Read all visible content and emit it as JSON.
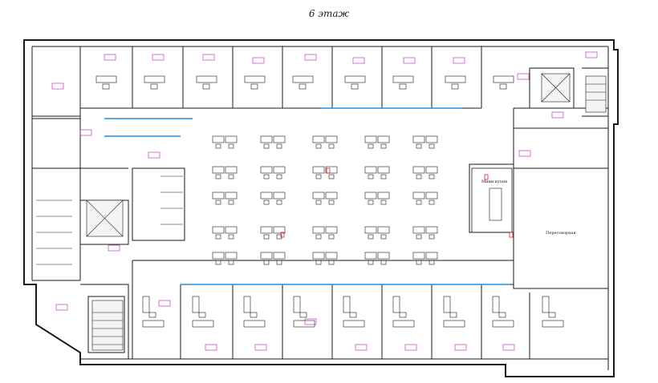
{
  "floor_title": "6 этаж",
  "labels": {
    "meeting_room": "Переговорная",
    "mini_kitchen": "Мини-кухня"
  },
  "colors": {
    "walls": "#1a1a1a",
    "glass_partitions": "#1e8ee0",
    "room_tags": "#b018b0",
    "door_swings": "#2aa02a",
    "core_fill": "#f4f4f4",
    "markers": "#e02020"
  }
}
